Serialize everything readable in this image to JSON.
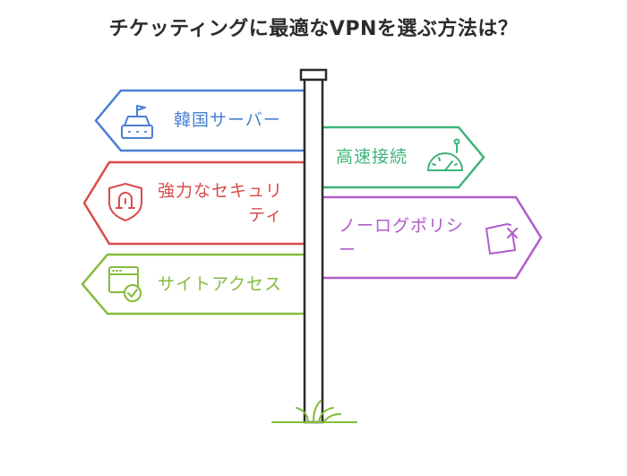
{
  "title": "チケッティングに最適なVPNを選ぶ方法は？",
  "signs": [
    {
      "label": "韓国サーバー",
      "icon": "router-icon",
      "color": "#4a7fd4"
    },
    {
      "label": "高速接続",
      "icon": "speedometer-icon",
      "color": "#3fb37a"
    },
    {
      "label": "強力なセキュリ\nティ",
      "icon": "shield-lock-icon",
      "color": "#d94b4b"
    },
    {
      "label": "ノーログポリシ\nー",
      "icon": "no-log-icon",
      "color": "#b05cc9"
    },
    {
      "label": "サイトアクセス",
      "icon": "site-access-icon",
      "color": "#86bb3c"
    }
  ],
  "colors": {
    "post": "#2b2b2b",
    "grass": "#86bb3c"
  }
}
